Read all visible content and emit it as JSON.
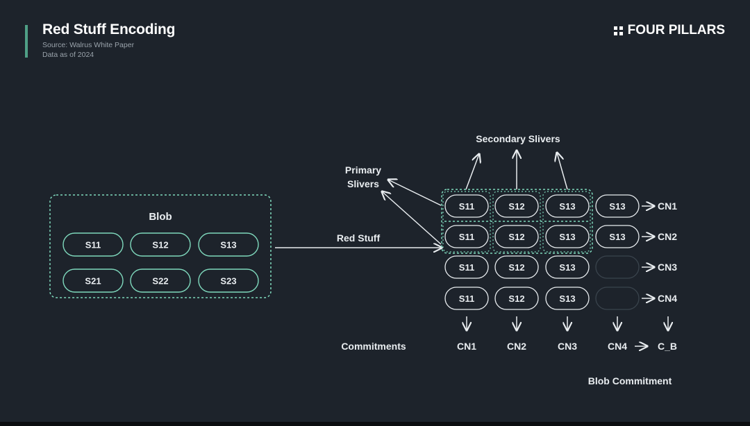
{
  "header": {
    "title": "Red Stuff Encoding",
    "source": "Source: Walrus White Paper",
    "date_note": "Data as of 2024",
    "brand": "FOUR PILLARS"
  },
  "colors": {
    "background": "#1d232b",
    "accent": "#4f9f86",
    "dashed_border": "#7fd9bd",
    "text": "#e9edf0"
  },
  "blob": {
    "label": "Blob",
    "rows": [
      [
        "S11",
        "S12",
        "S13"
      ],
      [
        "S21",
        "S22",
        "S23"
      ]
    ]
  },
  "arrow_label": "Red Stuff",
  "labels": {
    "primary_slivers_line1": "Primary",
    "primary_slivers_line2": "Slivers",
    "secondary_slivers": "Secondary Slivers",
    "commitments": "Commitments",
    "blob_commitment": "Blob Commitment"
  },
  "grid": {
    "rows": [
      {
        "cells": [
          "S11",
          "S12",
          "S13"
        ],
        "extra": "S13",
        "node": "CN1"
      },
      {
        "cells": [
          "S11",
          "S12",
          "S13"
        ],
        "extra": "S13",
        "node": "CN2"
      },
      {
        "cells": [
          "S11",
          "S12",
          "S13"
        ],
        "extra": "",
        "node": "CN3"
      },
      {
        "cells": [
          "S11",
          "S12",
          "S13"
        ],
        "extra": "",
        "node": "CN4"
      }
    ]
  },
  "commitments": [
    "CN1",
    "CN2",
    "CN3",
    "CN4"
  ],
  "blob_commitment_value": "C_B"
}
